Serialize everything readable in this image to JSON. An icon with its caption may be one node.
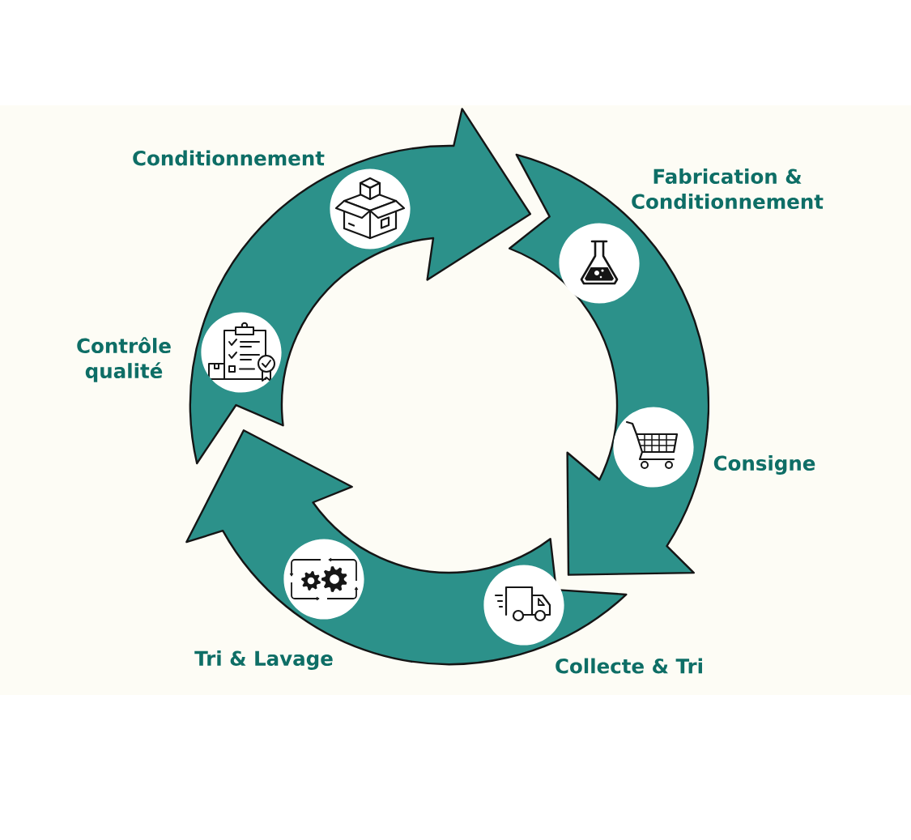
{
  "diagram": {
    "nodes": [
      {
        "text": [
          "Conditionnement"
        ]
      },
      {
        "text": [
          "Fabrication & Conditionnement"
        ]
      },
      {
        "text": [
          "Consigne"
        ]
      },
      {
        "text": [
          "Collecte & Tri"
        ]
      },
      {
        "text": [
          "Tri & Lavage"
        ]
      },
      {
        "text": [
          "Contrôle qualité"
        ]
      }
    ],
    "edges": [
      {
        "from": 5,
        "to": 0,
        "arrow": "to"
      },
      {
        "from": 1,
        "to": 2,
        "arrow": "to"
      },
      {
        "from": 3,
        "to": 4,
        "arrow": "to"
      }
    ]
  }
}
